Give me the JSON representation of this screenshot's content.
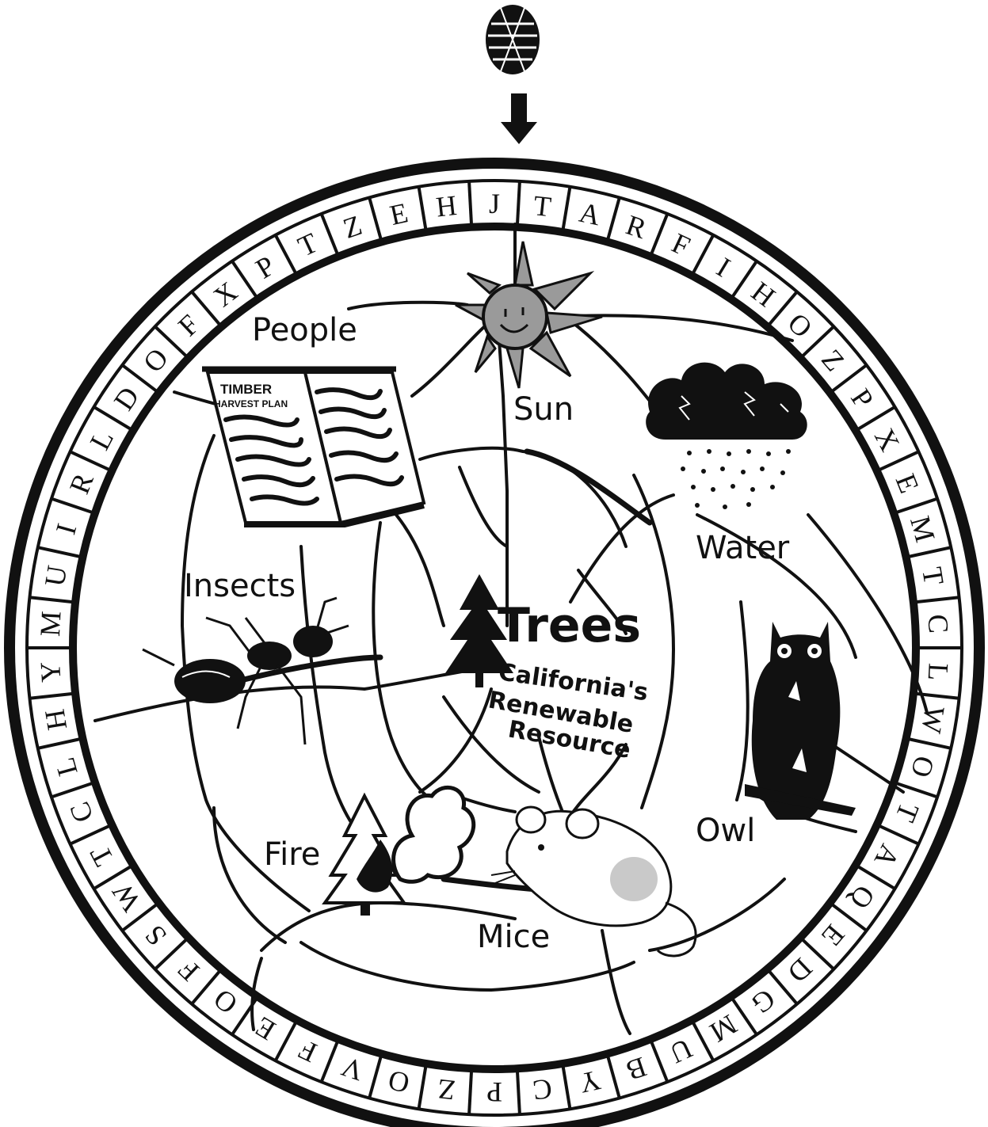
{
  "colors": {
    "ink": "#111111",
    "sun": "#9a9a9a",
    "paper": "#ffffff",
    "mouse_shade": "#c9c9c9"
  },
  "ring_letters": [
    "J",
    "T",
    "A",
    "R",
    "F",
    "I",
    "H",
    "O",
    "Z",
    "P",
    "X",
    "E",
    "M",
    "T",
    "C",
    "L",
    "W",
    "O",
    "T",
    "A",
    "Q",
    "E",
    "D",
    "G",
    "M",
    "U",
    "B",
    "Y",
    "C",
    "P",
    "Z",
    "O",
    "V",
    "F",
    "E",
    "O",
    "F",
    "S",
    "W",
    "T",
    "C",
    "L",
    "H",
    "Y",
    "M",
    "U",
    "I",
    "R",
    "L",
    "D",
    "O",
    "F",
    "X",
    "P",
    "T",
    "Z",
    "E",
    "H"
  ],
  "labels": {
    "people": "People",
    "sun": "Sun",
    "water": "Water",
    "insects": "Insects",
    "trees": "Trees",
    "subtitle_1": "California's",
    "subtitle_2": "Renewable",
    "subtitle_3": "Resource",
    "owl": "Owl",
    "fire": "Fire",
    "mice": "Mice"
  },
  "timber_plan": {
    "line1": "TIMBER",
    "line2": "HARVEST PLAN"
  },
  "icons": [
    "pinecone-icon",
    "pointer-arrow-icon",
    "sun-icon",
    "storm-cloud-icon",
    "timber-plan-book-icon",
    "ant-icon",
    "pine-tree-icon",
    "owl-icon",
    "fire-tree-icon",
    "smoke-icon",
    "mouse-icon"
  ]
}
